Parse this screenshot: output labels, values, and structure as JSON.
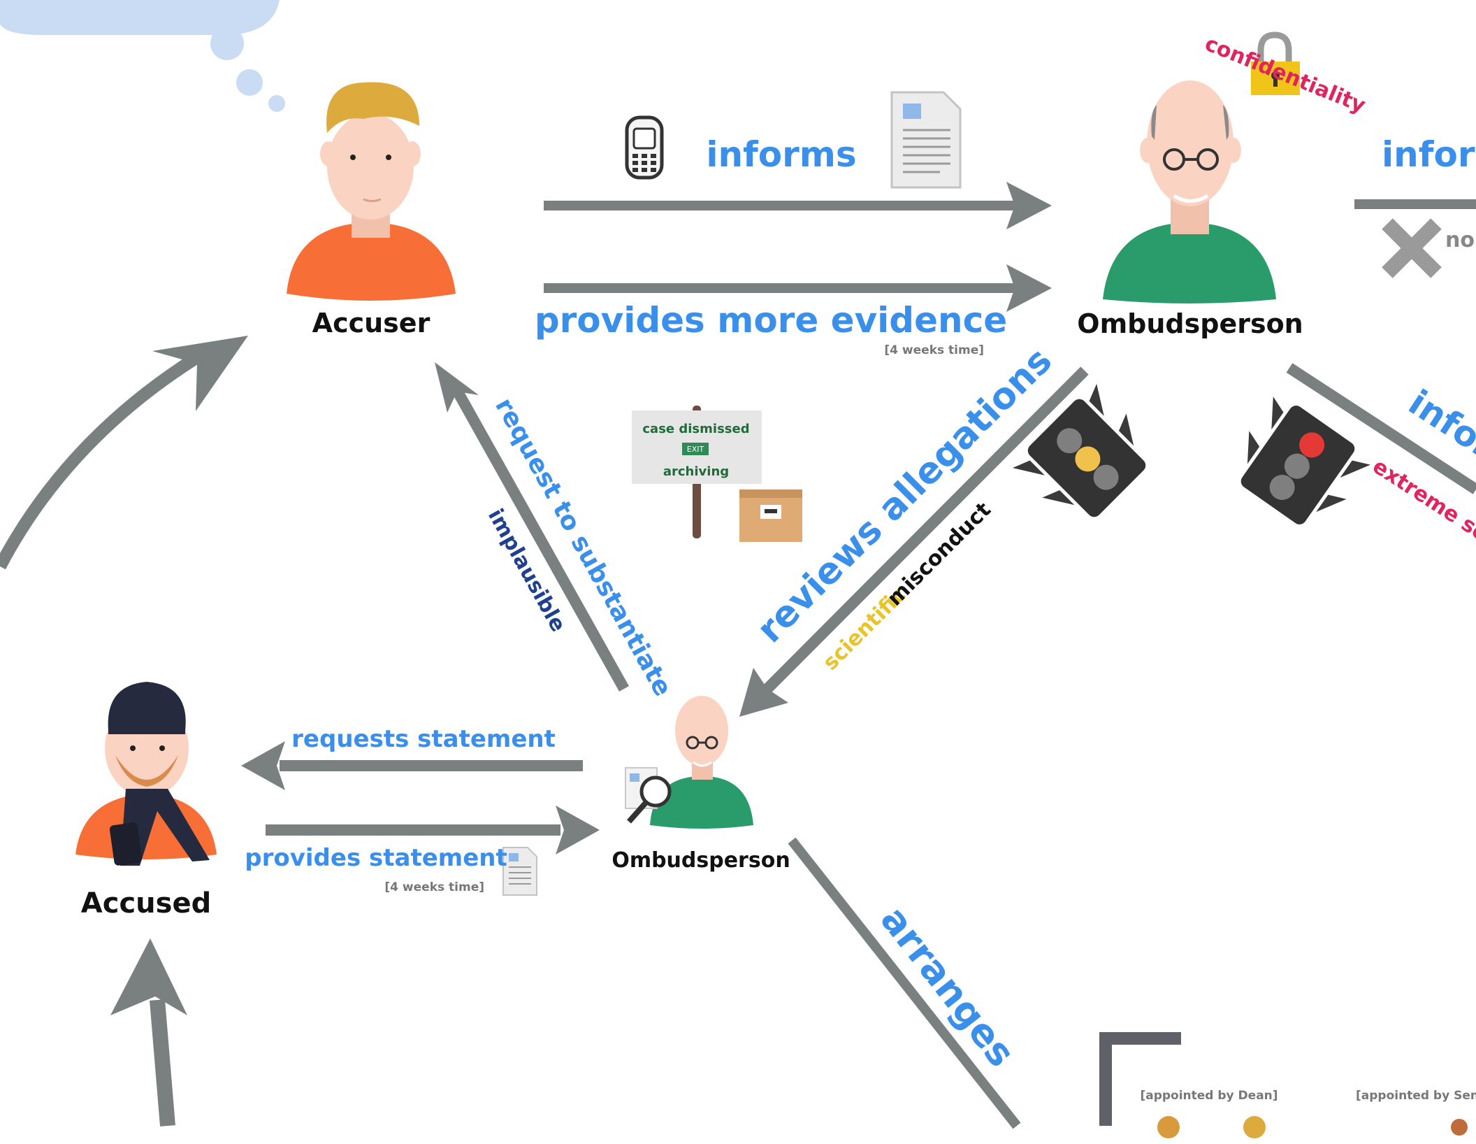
{
  "colors": {
    "arrow": "#7a7f80",
    "label_blue": "#3a8fea",
    "label_darkblue": "#1f3f8f",
    "label_red": "#e0245e",
    "label_yellow": "#e8c42a",
    "label_black": "#111111",
    "orange_shirt": "#f76f37",
    "green_shirt": "#2a9b6b",
    "skin": "#fbd3c2",
    "hair_blond": "#ddaa3d",
    "beanie": "#252a3f",
    "cloud": "#c9dcf3"
  },
  "actors": {
    "accuser": "Accuser",
    "ombudsperson_top": "Ombudsperson",
    "ombudsperson_center": "Ombudsperson",
    "accused": "Accused"
  },
  "labels": {
    "informs": "informs",
    "informs_right_1": "infor",
    "informs_right_2": "infor",
    "provides_more_evidence": "provides more evidence",
    "time_note_top": "[4 weeks time]",
    "time_note_bottom": "[4 weeks time]",
    "request_to_substantiate": "request to substantiate",
    "implausible": "implausible",
    "reviews_allegations": "reviews allegations",
    "scientific": "scientific",
    "misconduct": "misconduct",
    "requests_statement": "requests statement",
    "provides_statement": "provides statement",
    "arranges": "arranges",
    "confidentiality": "confidentiality",
    "non_partial": "nor",
    "extreme_sci": "extreme sci",
    "appointed_by_dean": "[appointed by Dean]",
    "appointed_by_senate": "[appointed by Senate"
  },
  "sign": {
    "line1": "case dismissed",
    "exit": "EXIT",
    "line2": "archiving"
  },
  "icons": [
    "phone-icon",
    "document-icon",
    "lock-icon",
    "x-mark-icon",
    "traffic-light-yellow-icon",
    "traffic-light-red-icon",
    "archive-box-icon",
    "magnifier-icon",
    "thought-cloud"
  ]
}
